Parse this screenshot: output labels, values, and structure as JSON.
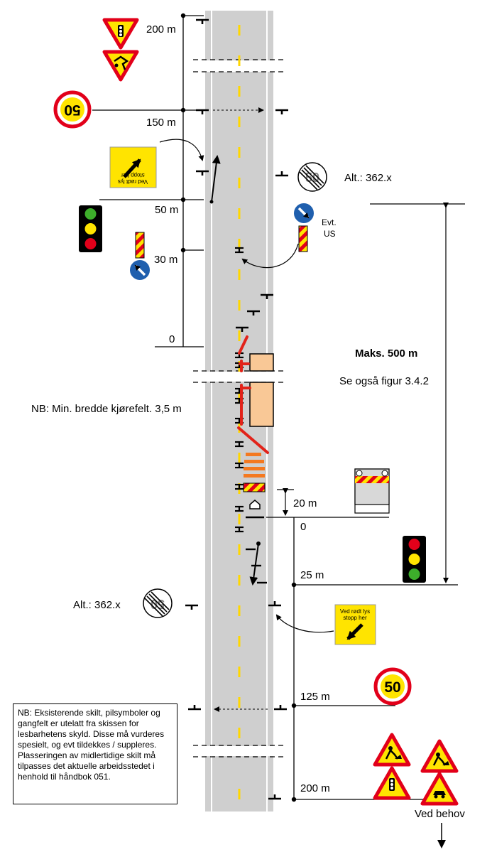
{
  "distance_labels_top": {
    "d200": "200 m",
    "d150": "150 m",
    "d50": "50 m",
    "d30": "30 m",
    "d0": "0"
  },
  "distance_labels_bottom": {
    "d20": "20 m",
    "d0": "0",
    "d25": "25 m",
    "d125": "125 m",
    "d200": "200 m"
  },
  "annotations": {
    "alt_top": "Alt.: 362.x",
    "alt_bottom": "Alt.: 362.x",
    "evt_line1": "Evt.",
    "evt_line2": "US",
    "max_length": "Maks. 500 m",
    "see_figure": "Se også figur 3.4.2",
    "min_width": "NB: Min. bredde kjørefelt. 3,5 m",
    "ved_behov": "Ved behov"
  },
  "signs": {
    "speed_limit_value": "50",
    "end_speed_value": "50",
    "red_light_line1": "Ved rødt lys",
    "red_light_line2": "stopp her"
  },
  "colors": {
    "road": "#cfcfcf",
    "lane_line": "#ffd700",
    "sign_yellow": "#ffe400",
    "sign_red": "#e2001a",
    "sign_blue": "#1f5fae",
    "work_area": "#f9c896",
    "barrier_red": "#e2231a",
    "cone_orange": "#f47920"
  },
  "note": {
    "paragraph1": "NB: Eksisterende skilt, pilsymboler og gangfelt er utelatt fra skissen for lesbarhetens skyld. Disse må vurderes spesielt, og evt tildekkes / suppleres.",
    "paragraph2": "Plasseringen av midlertidige skilt må tilpasses det aktuelle arbeidsstedet i henhold til håndbok 051."
  }
}
